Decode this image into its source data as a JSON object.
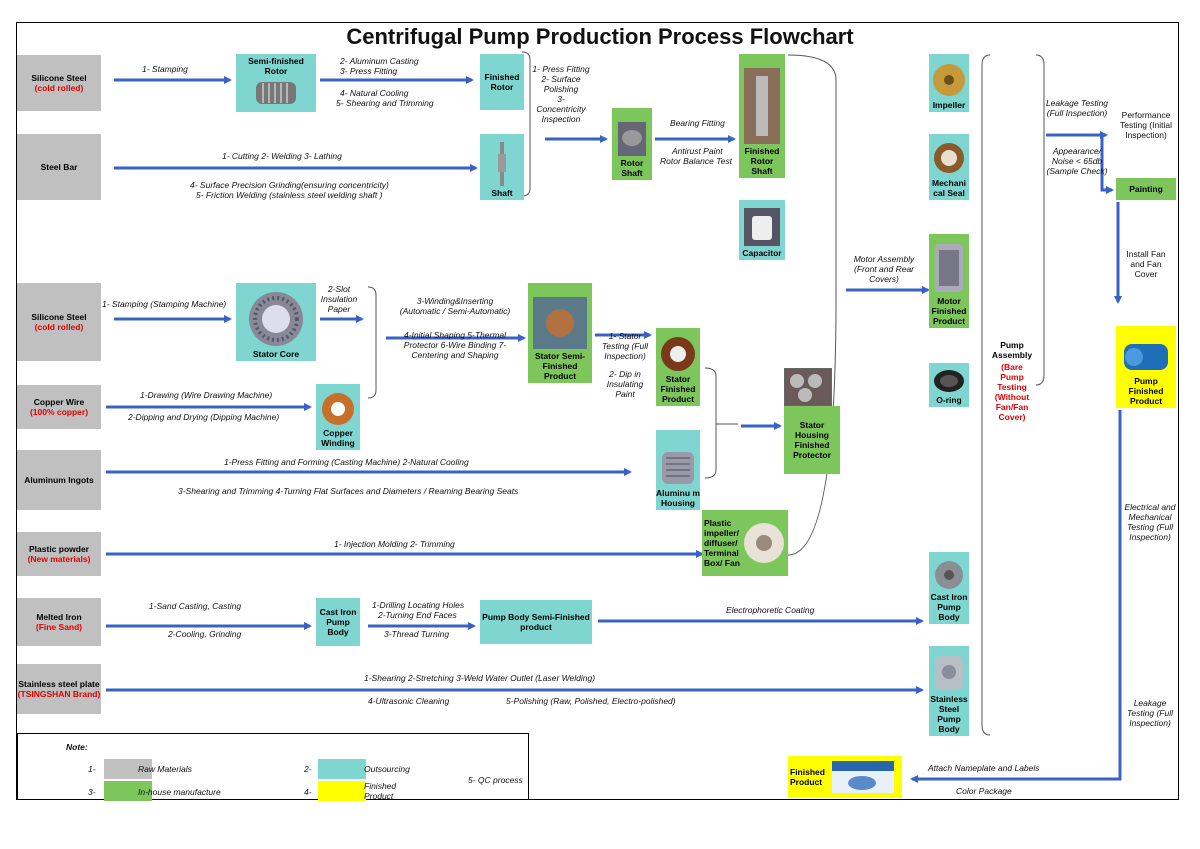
{
  "title": "Centrifugal Pump Production Process Flowchart",
  "raw": {
    "silicone1": {
      "name": "Silicone Steel",
      "note": "(cold rolled)"
    },
    "steelbar": {
      "name": "Steel Bar"
    },
    "silicone2": {
      "name": "Silicone Steel",
      "note": "(cold rolled)"
    },
    "copper": {
      "name": "Copper Wire",
      "note": "(100% copper)"
    },
    "aluminum": {
      "name": "Aluminum Ingots"
    },
    "plastic": {
      "name": "Plastic powder",
      "note": "(New materials)"
    },
    "iron": {
      "name": "Melted Iron",
      "note": "(Fine Sand)"
    },
    "stainless": {
      "name": "Stainless steel plate",
      "note": "(TSINGSHAN Brand)"
    }
  },
  "nodes": {
    "semi_rotor": "Semi-finished Rotor",
    "finished_rotor": "Finished Rotor",
    "shaft": "Shaft",
    "rotor_shaft": "Rotor Shaft",
    "finished_rotor_shaft": "Finished Rotor Shaft",
    "impeller": "Impeller",
    "mech_seal": "Mechani cal Seal",
    "capacitor": "Capacitor",
    "motor_finished": "Motor Finished Product",
    "stator_core": "Stator Core",
    "copper_winding": "Copper Winding",
    "stator_semi": "Stator Semi-Finished Product",
    "stator_finished": "Stator Finished Product",
    "alu_housing": "Aluminu m Housing",
    "stator_housing": "Stator Housing Finished Protector",
    "plastic_parts": "Plastic impeller/ diffuser/ Terminal Box/ Fan",
    "oring": "O-ring",
    "cast_iron_body": "Cast Iron Pump Body",
    "pump_body_semi": "Pump Body Semi-Finished product",
    "cast_iron_pump_body2": "Cast Iron Pump Body",
    "stainless_body": "Stainless Steel Pump Body",
    "painting": "Painting",
    "pump_finished": "Pump Finished Product",
    "finished_product": "Finished Product",
    "pump_assembly": "Pump Assembly",
    "pump_assembly_note": "(Bare Pump Testing (Without Fan/Fan Cover)"
  },
  "labels": {
    "l1": "1- Stamping",
    "l2": "2- Aluminum Casting",
    "l3": "3- Press Fitting",
    "l4": "4- Natural Cooling",
    "l5": "5- Shearing and Trimming",
    "l6": "1- Press Fitting",
    "l7": "2- Surface Polishing",
    "l8": "3-",
    "l9": "Concentricity Inspection",
    "l10": "Bearing Fitting",
    "l11": "Antirust Paint",
    "l12": "Rotor Balance Test",
    "l13": "1- Cutting  2- Welding  3- Lathing",
    "l14": "4- Surface Precision Grinding(ensuring concentricity)",
    "l15": "5- Friction Welding (stainless steel welding shaft )",
    "l16": "1- Stamping (Stamping Machine)",
    "l17": "2-Slot Insulation Paper",
    "l18": "3-Winding&Inserting",
    "l19": "(Automatic / Semi-Automatic)",
    "l20": "4-Initial Shaping  5-Thermal Protector 6-Wire Binding  7-Centering and Shaping",
    "l21": "1- Stator Testing (Full Inspection)",
    "l22": "2- Dip in Insulating Paint",
    "l23": "1-Drawing (Wire Drawing Machine)",
    "l24": "2-Dipping and Drying (Dipping Machine)",
    "l25": "1-Press Fitting and Forming (Casting Machine)   2-Natural Cooling",
    "l26": "3-Shearing and Trimming    4-Turning Flat Surfaces and Diameters / Reaming Bearing Seats",
    "l27": "1- Injection Molding 2- Trimming",
    "l28": "1-Sand Casting, Casting",
    "l29": "2-Cooling, Grinding",
    "l30": "1-Drilling Locating Holes",
    "l31": "2-Turning End Faces",
    "l32": "3-Thread Turning",
    "l33": "Electrophoretic Coating",
    "l34": "1-Shearing       2-Stretching      3-Weld Water Outlet (Laser Welding)",
    "l35": "4-Ultrasonic Cleaning",
    "l36": "5-Polishing (Raw, Polished, Electro-polished)",
    "l37": "Motor Assembly (Front and Rear Covers)",
    "l38": "Leakage Testing (Full Inspection)",
    "l39": "Appearance/ Noise < 65db (Sample Check)",
    "l40": "Performance Testing (Initial Inspection)",
    "l41": "Install Fan and Fan Cover",
    "l42": "Electrical and Mechanical Testing (Full Inspection)",
    "l43": "Leakage Testing (Full Inspection)",
    "l44": "Attach Nameplate and Labels",
    "l45": "Color Package"
  },
  "legend": {
    "note": "Note:",
    "n1": "1-",
    "t1": "Raw Materials",
    "n2": "2-",
    "t2": "Outsourcing",
    "n3": "3-",
    "t3": "In-house manufacture",
    "n4": "4-",
    "t4": "Finished Product",
    "n5": "5-  QC process"
  },
  "colors": {
    "raw": "#c0c0c0",
    "outsourcing": "#7fd6d0",
    "inhouse": "#7dc65b",
    "finished": "#ffff00",
    "arrow": "#3a62c4",
    "qc": "#e00000"
  }
}
